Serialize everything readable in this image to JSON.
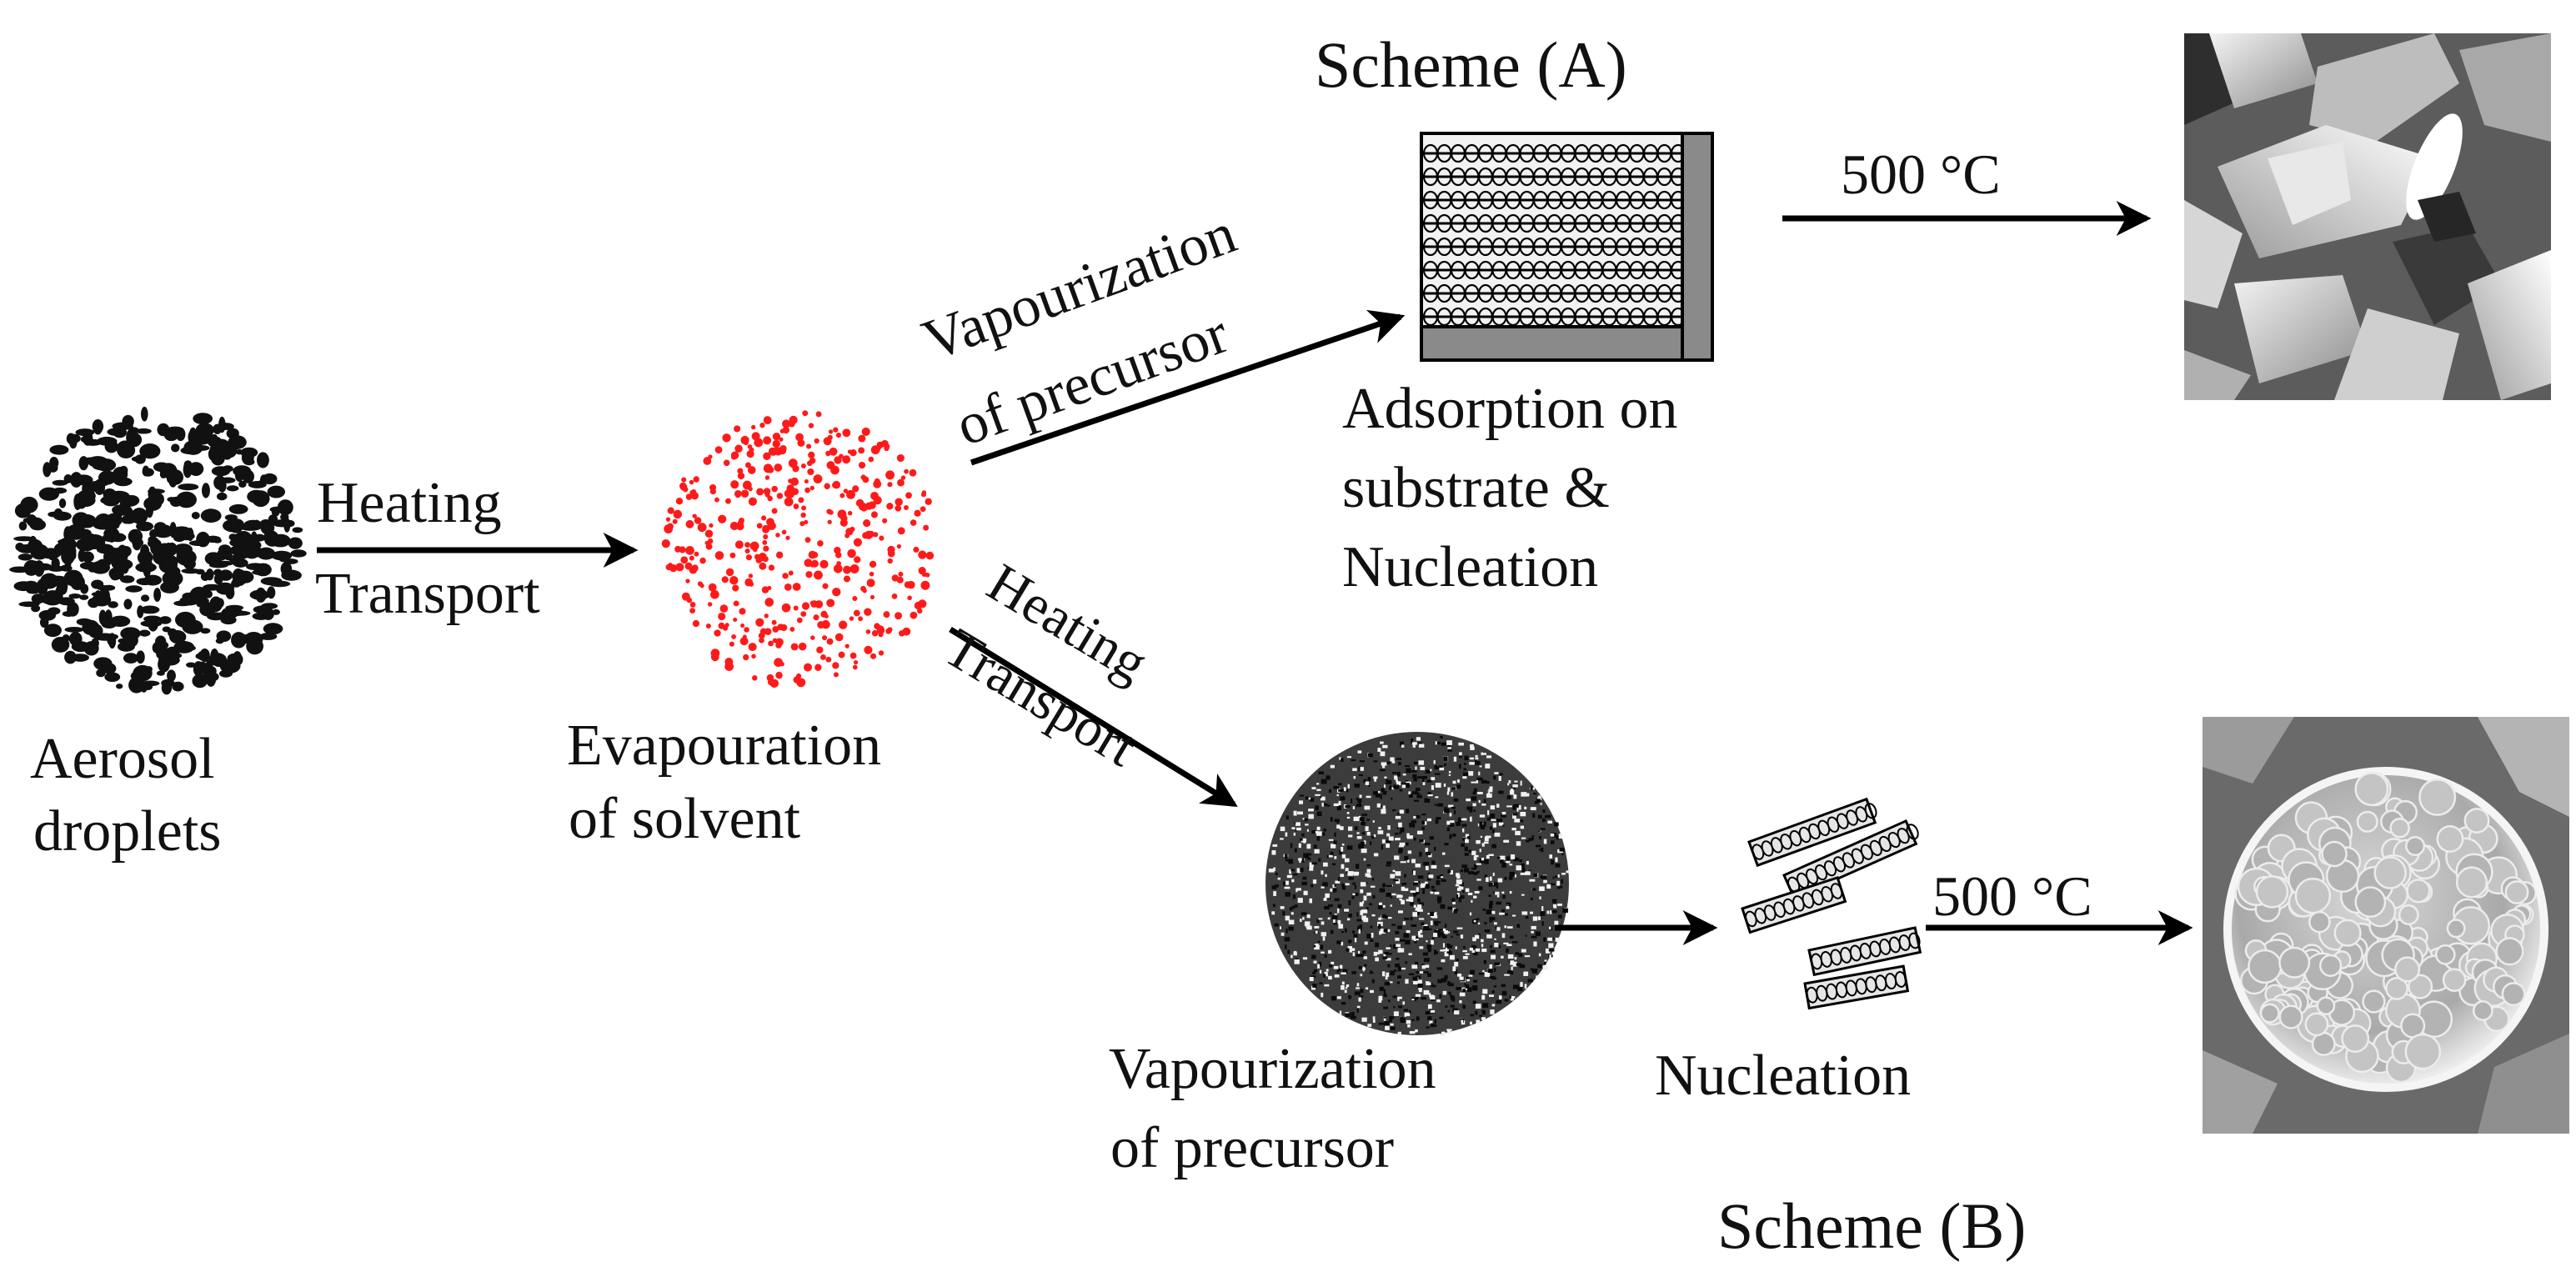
{
  "scheme_a": {
    "title": "Scheme (A)"
  },
  "scheme_b": {
    "title": "Scheme (B)"
  },
  "labels": {
    "aerosol": [
      "Aerosol",
      "droplets"
    ],
    "evaporation": [
      "Evapouration",
      "of solvent"
    ],
    "heating": "Heating",
    "transport": "Transport",
    "vapour_a": [
      "Vapourization",
      "of precursor"
    ],
    "adsorption": [
      "Adsorption on",
      "substrate &",
      "Nucleation"
    ],
    "temp_a": "500 °C",
    "heating_b": "Heating",
    "transport_b": "Transport",
    "vapour_b": [
      "Vapourization",
      "of precursor"
    ],
    "nucleation": "Nucleation",
    "temp_b": "500 °C"
  },
  "colors": {
    "droplet": "#111111",
    "evaporation": "#ff1a1a",
    "arrow": "#000000",
    "substrate": "#8a8a8a"
  }
}
